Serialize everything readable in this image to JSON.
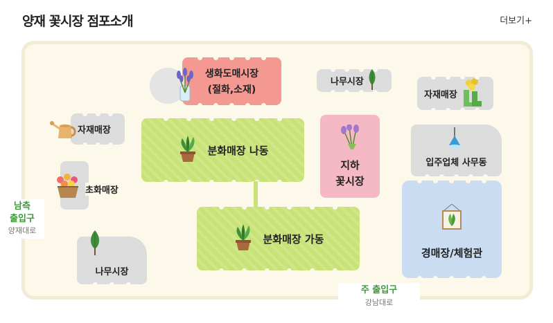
{
  "header": {
    "title": "양재 꽃시장 점포소개",
    "more_label": "더보기+"
  },
  "stores": {
    "cut_flower": {
      "line1": "생화도매시장",
      "line2": "(절화,소재)",
      "icon": "lavender-bouquet-icon",
      "color": "#f49892"
    },
    "tree_market_top": {
      "label": "나무시장",
      "icon": "tree-icon"
    },
    "supplies_right": {
      "label": "자재매장",
      "icon": "flower-boots-icon"
    },
    "supplies_left": {
      "label": "자재매장",
      "icon": "watering-can-icon"
    },
    "potted_na": {
      "label": "분화매장 나동",
      "icon": "potted-plant-icon",
      "color": "#c9e277"
    },
    "underground": {
      "line1": "지하",
      "line2": "꽃시장",
      "icon": "flower-bundle-icon",
      "color": "#f4b9c4"
    },
    "tenant_office": {
      "label": "입주업체 사무동",
      "icon": "ceiling-lamp-icon"
    },
    "herb_shop": {
      "label": "초화매장",
      "icon": "flower-basket-icon"
    },
    "potted_ga": {
      "label": "분화매장 가동",
      "icon": "potted-plant-icon",
      "color": "#c9e277"
    },
    "auction": {
      "label": "경매장/체험관",
      "icon": "framed-plant-icon",
      "color": "#cadcf1"
    },
    "tree_market_bottom": {
      "label": "나무시장",
      "icon": "tree-icon"
    }
  },
  "entrances": {
    "south": {
      "line1": "남측",
      "line2": "출입구",
      "road": "양재대로",
      "color": "#3a9a36"
    },
    "main": {
      "line1": "주 출입구",
      "road": "강남대로",
      "color": "#3a9a36"
    }
  }
}
